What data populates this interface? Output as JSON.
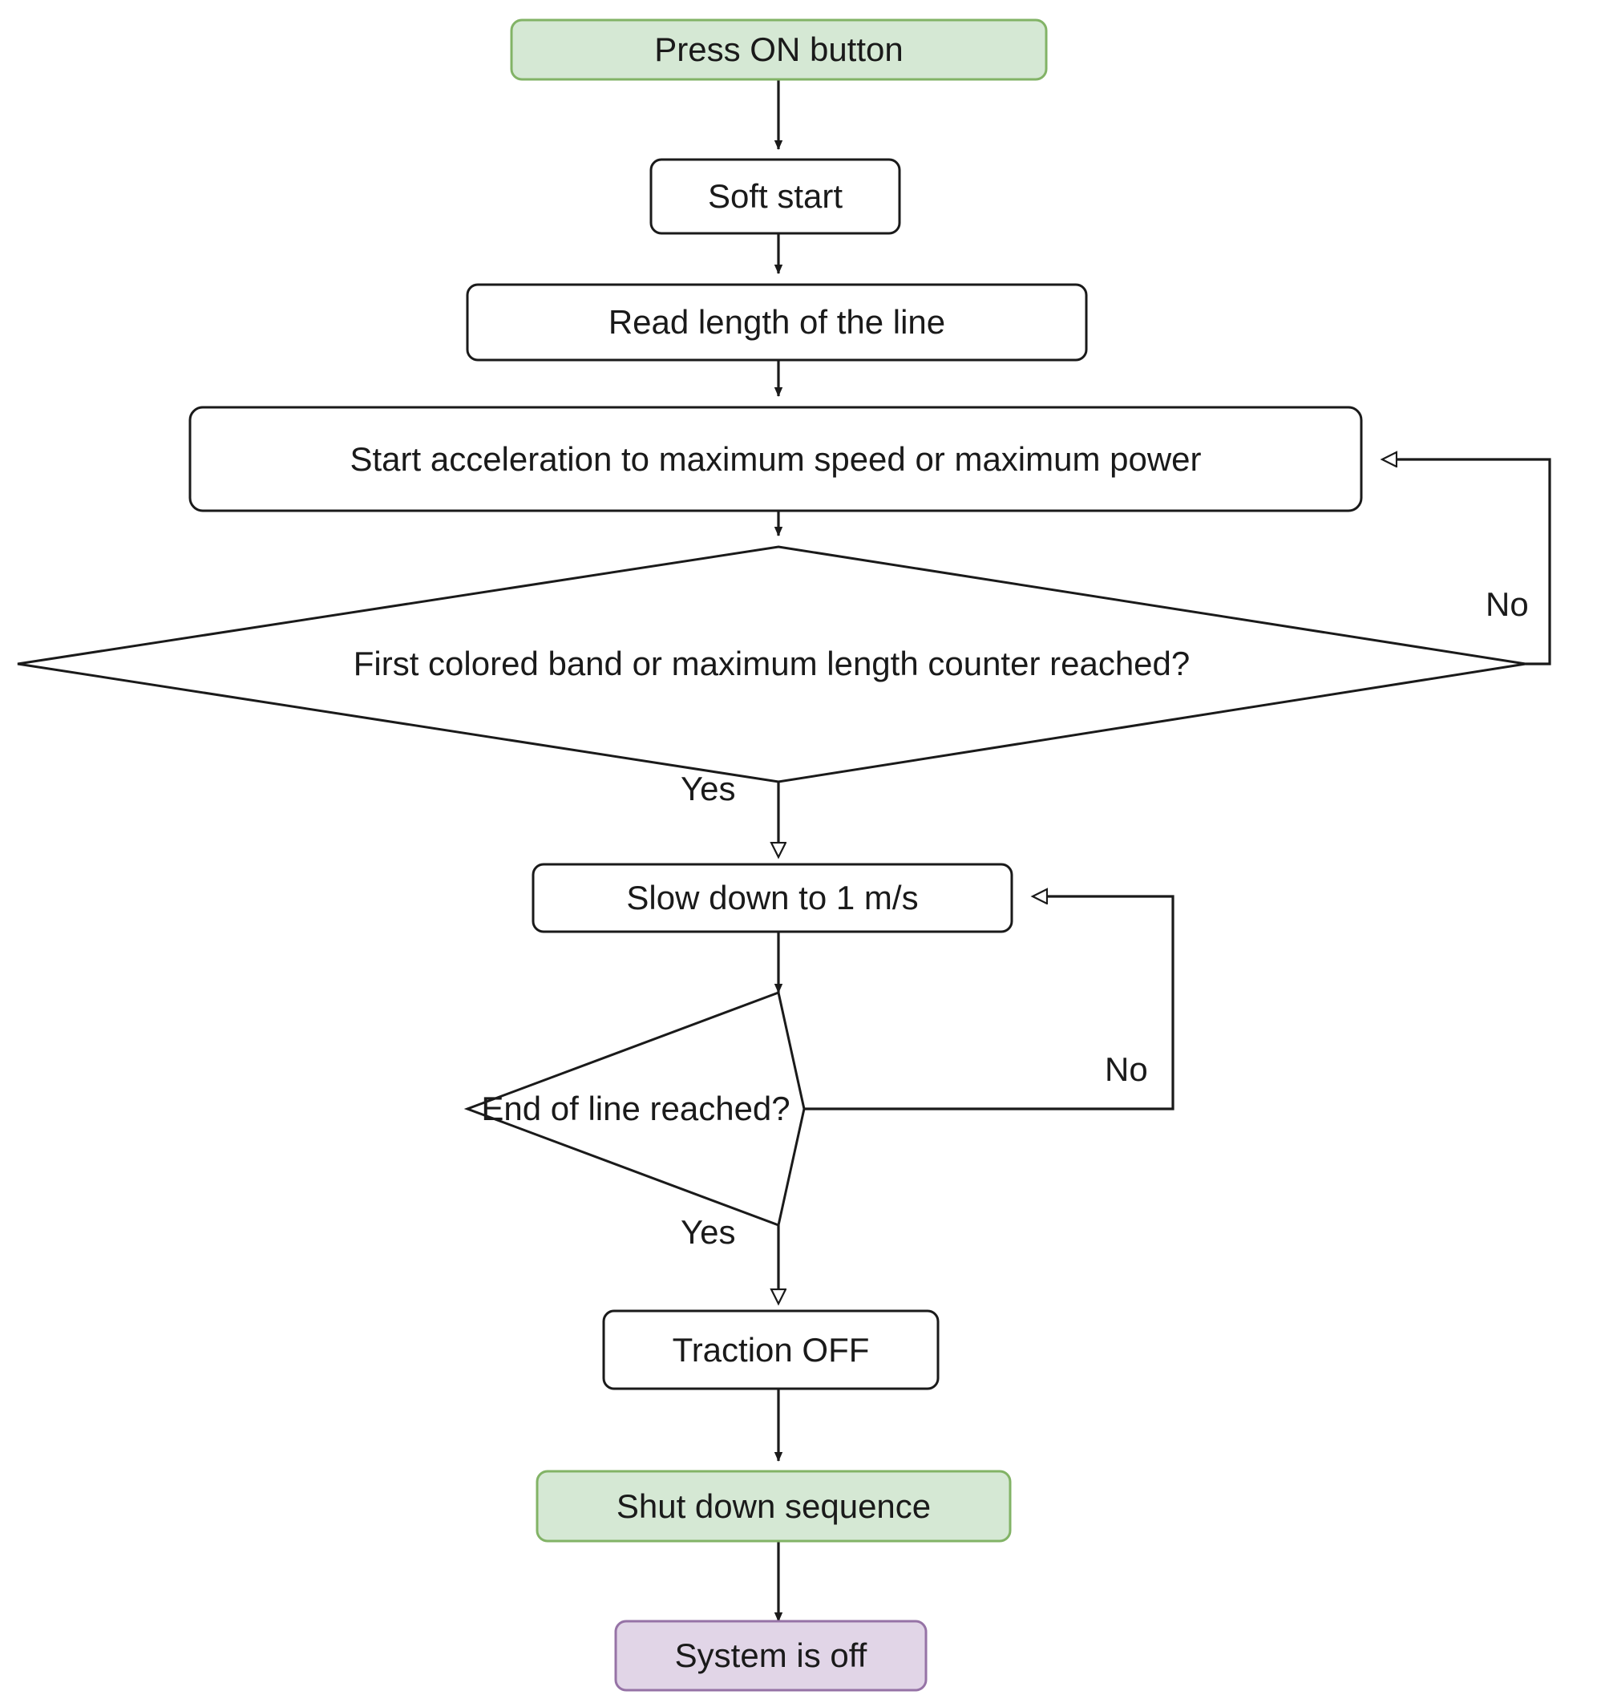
{
  "diagram": {
    "title": "Traction control operating sequence flowchart",
    "type": "flowchart",
    "colors": {
      "terminator_green_fill": "#D5E8D4",
      "terminator_green_stroke": "#82B366",
      "terminator_purple_fill": "#E1D5E7",
      "terminator_purple_stroke": "#9673A6",
      "process_fill": "#FFFFFF",
      "process_stroke": "#1A1A1A",
      "decision_fill": "#FFFFFF",
      "decision_stroke": "#1A1A1A",
      "edge_stroke": "#1A1A1A",
      "text_color": "#1A1A1A"
    },
    "nodes": [
      {
        "id": "press_on",
        "shape": "rounded-terminator",
        "label": "Press ON button"
      },
      {
        "id": "soft_start",
        "shape": "rounded-process",
        "label": "Soft start"
      },
      {
        "id": "read_length",
        "shape": "rounded-process",
        "label": "Read length of the line"
      },
      {
        "id": "start_accel",
        "shape": "rounded-process",
        "label": "Start acceleration to maximum speed or maximum power"
      },
      {
        "id": "decision_1",
        "shape": "diamond",
        "label": "First colored band or maximum length counter reached?"
      },
      {
        "id": "slow_down",
        "shape": "rounded-process",
        "label": "Slow down to  1 m/s"
      },
      {
        "id": "decision_2",
        "shape": "diamond",
        "label": "End of line reached?"
      },
      {
        "id": "traction_off",
        "shape": "rounded-process",
        "label": "Traction OFF"
      },
      {
        "id": "shut_down",
        "shape": "rounded-terminator",
        "label": "Shut down sequence"
      },
      {
        "id": "system_off",
        "shape": "rounded-terminator",
        "label": "System is off"
      }
    ],
    "edge_labels": {
      "decision_1_no": "No",
      "decision_1_yes": "Yes",
      "decision_2_no": "No",
      "decision_2_yes": "Yes"
    },
    "edges": [
      {
        "from": "press_on",
        "to": "soft_start",
        "label": ""
      },
      {
        "from": "soft_start",
        "to": "read_length",
        "label": ""
      },
      {
        "from": "read_length",
        "to": "start_accel",
        "label": ""
      },
      {
        "from": "start_accel",
        "to": "decision_1",
        "label": ""
      },
      {
        "from": "decision_1",
        "to": "start_accel",
        "label": "No"
      },
      {
        "from": "decision_1",
        "to": "slow_down",
        "label": "Yes"
      },
      {
        "from": "slow_down",
        "to": "decision_2",
        "label": ""
      },
      {
        "from": "decision_2",
        "to": "slow_down",
        "label": "No"
      },
      {
        "from": "decision_2",
        "to": "traction_off",
        "label": "Yes"
      },
      {
        "from": "traction_off",
        "to": "shut_down",
        "label": ""
      },
      {
        "from": "shut_down",
        "to": "system_off",
        "label": ""
      }
    ]
  }
}
